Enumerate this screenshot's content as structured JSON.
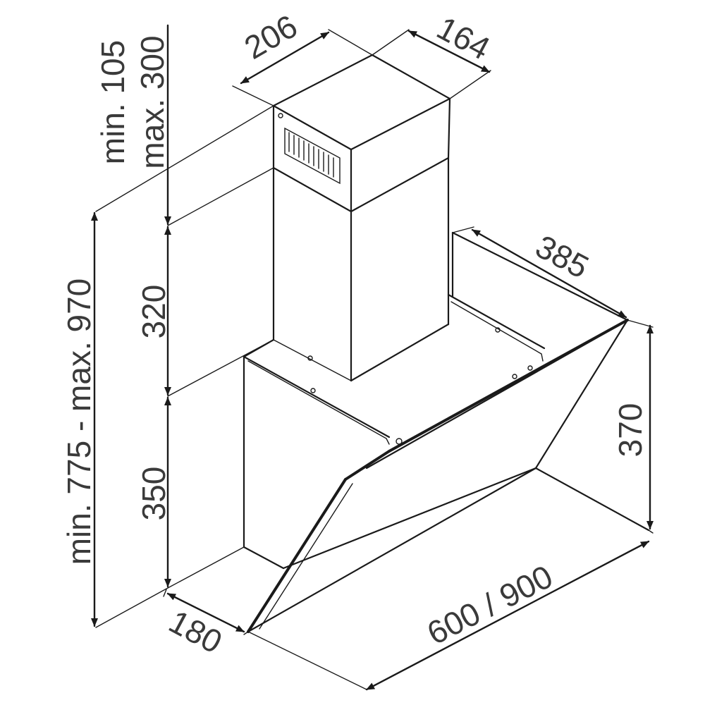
{
  "colors": {
    "line": "#1a1a1a",
    "text": "#3a3a3a",
    "background": "#ffffff"
  },
  "dimensions": {
    "chimney_width": "206",
    "chimney_depth": "164",
    "chimney_extension": "min. 105",
    "chimney_extension_max": "max. 300",
    "chimney_height": "320",
    "body_height": "350",
    "overall_height": "min. 775 - max. 970",
    "top_depth": "385",
    "glass_height": "370",
    "hood_width": "600 / 900",
    "bottom_depth": "180"
  }
}
